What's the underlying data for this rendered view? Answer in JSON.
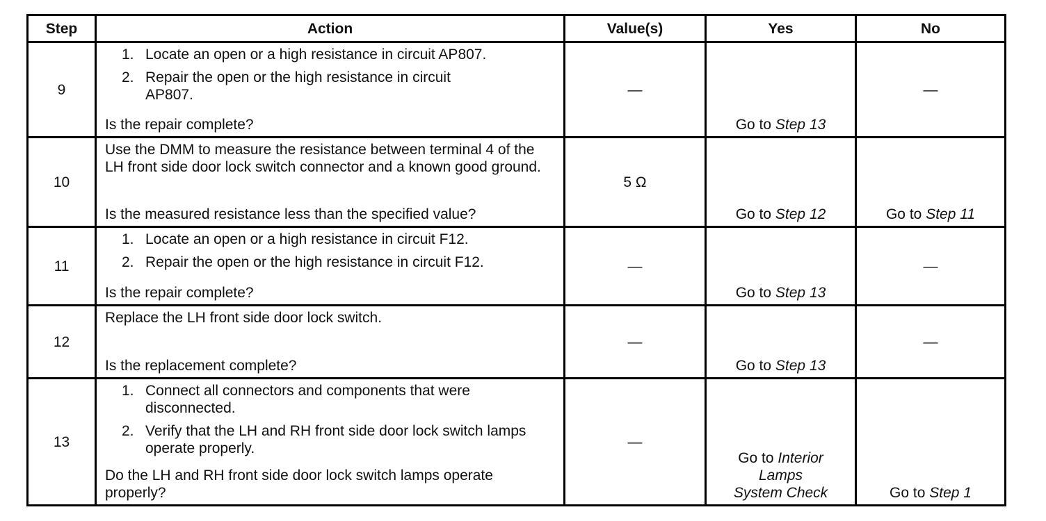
{
  "headers": {
    "step": "Step",
    "action": "Action",
    "values": "Value(s)",
    "yes": "Yes",
    "no": "No"
  },
  "rows": [
    {
      "step": "9",
      "items": [
        {
          "num": "1.",
          "text": "Locate an open or a high resistance in circuit AP807."
        },
        {
          "num": "2.",
          "text": "Repair the open or the high resistance in circuit AP807."
        }
      ],
      "question": "Is the repair complete?",
      "value": "—",
      "yes_prefix": "Go to",
      "yes_ref": "Step 13",
      "no": "—"
    },
    {
      "step": "10",
      "para": "Use the DMM to measure the resistance between terminal 4 of the LH front side door lock switch connector and a known good ground.",
      "question": "Is the measured resistance less than the specified value?",
      "value": "5 Ω",
      "yes_prefix": "Go to",
      "yes_ref": "Step 12",
      "no_prefix": "Go to",
      "no_ref": "Step 11"
    },
    {
      "step": "11",
      "items": [
        {
          "num": "1.",
          "text": "Locate an open or a high resistance in circuit F12."
        },
        {
          "num": "2.",
          "text": "Repair the open or the high resistance in circuit F12."
        }
      ],
      "question": "Is the repair complete?",
      "value": "—",
      "yes_prefix": "Go to",
      "yes_ref": "Step 13",
      "no": "—"
    },
    {
      "step": "12",
      "para": "Replace the LH front side door lock switch.",
      "question": "Is the replacement complete?",
      "value": "—",
      "yes_prefix": "Go to",
      "yes_ref": "Step 13",
      "no": "—"
    },
    {
      "step": "13",
      "items": [
        {
          "num": "1.",
          "text": "Connect all connectors and components that were disconnected."
        },
        {
          "num": "2.",
          "text": "Verify that the LH and RH front side door lock switch lamps operate properly."
        }
      ],
      "question": "Do the LH and RH front side door lock switch lamps operate properly?",
      "value": "—",
      "yes_prefix": "Go to",
      "yes_ref_line1": "Interior",
      "yes_ref_line2": "Lamps",
      "yes_ref_line3": "System Check",
      "no_prefix": "Go to",
      "no_ref": "Step 1"
    }
  ]
}
